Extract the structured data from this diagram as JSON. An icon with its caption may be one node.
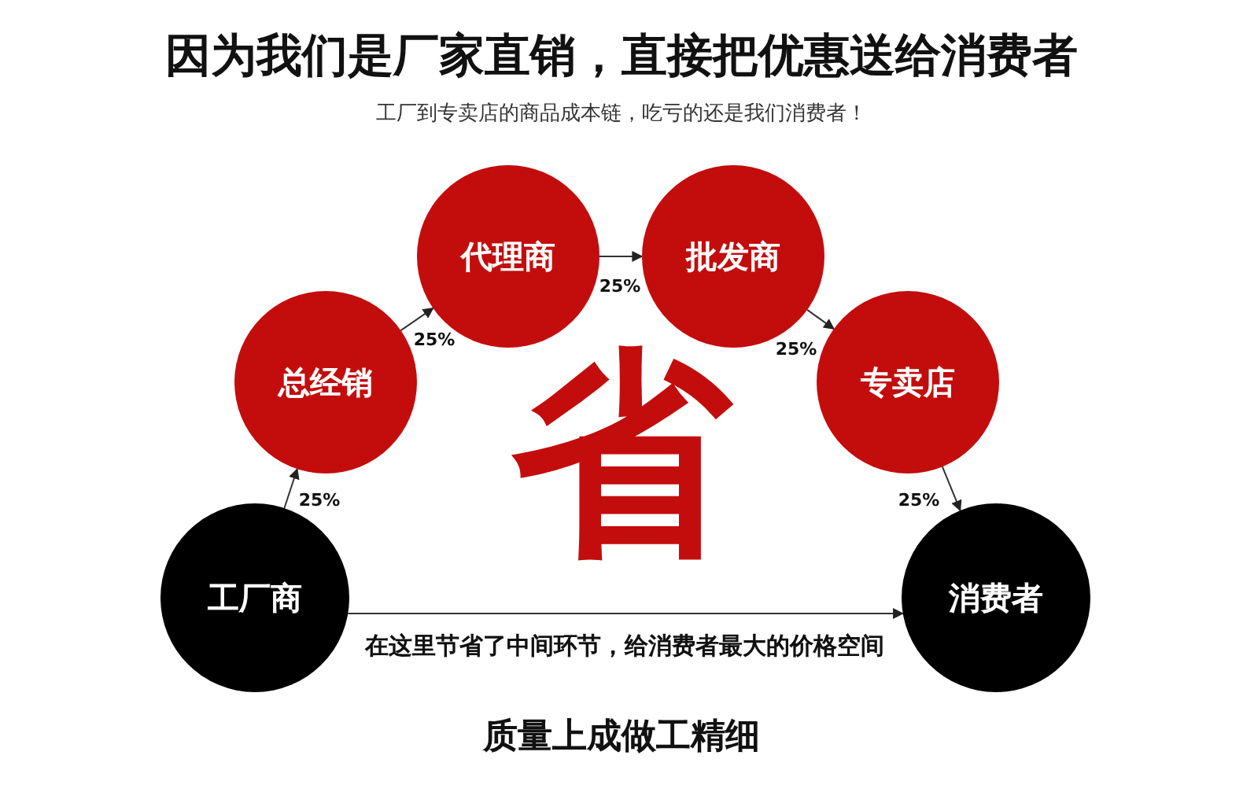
{
  "diagram": {
    "title": "因为我们是厂家直销，直接把优惠送给消费者",
    "nodes": [
      {
        "text": [
          "工厂商"
        ]
      },
      {
        "text": [
          "总经销"
        ]
      },
      {
        "text": [
          "代理商"
        ]
      },
      {
        "text": [
          "批发商"
        ]
      },
      {
        "text": [
          "专卖店"
        ]
      },
      {
        "text": [
          "消费者"
        ]
      }
    ],
    "edges": [
      {
        "from": 0,
        "to": 1,
        "arrow": "to",
        "label": "25%"
      },
      {
        "from": 1,
        "to": 2,
        "arrow": "to",
        "label": "25%"
      },
      {
        "from": 2,
        "to": 3,
        "arrow": "to",
        "label": "25%"
      },
      {
        "from": 3,
        "to": 4,
        "arrow": "to",
        "label": "25%"
      },
      {
        "from": 4,
        "to": 5,
        "arrow": "to",
        "label": "25%"
      },
      {
        "from": 0,
        "to": 5,
        "arrow": "to",
        "label": "在这里节省了中间环节，给消费者最大的价格空间"
      }
    ],
    "labels": [
      "工厂到专卖店的商品成本链，吃亏的还是我们消费者！",
      "省",
      "质量上成做工精细"
    ]
  }
}
